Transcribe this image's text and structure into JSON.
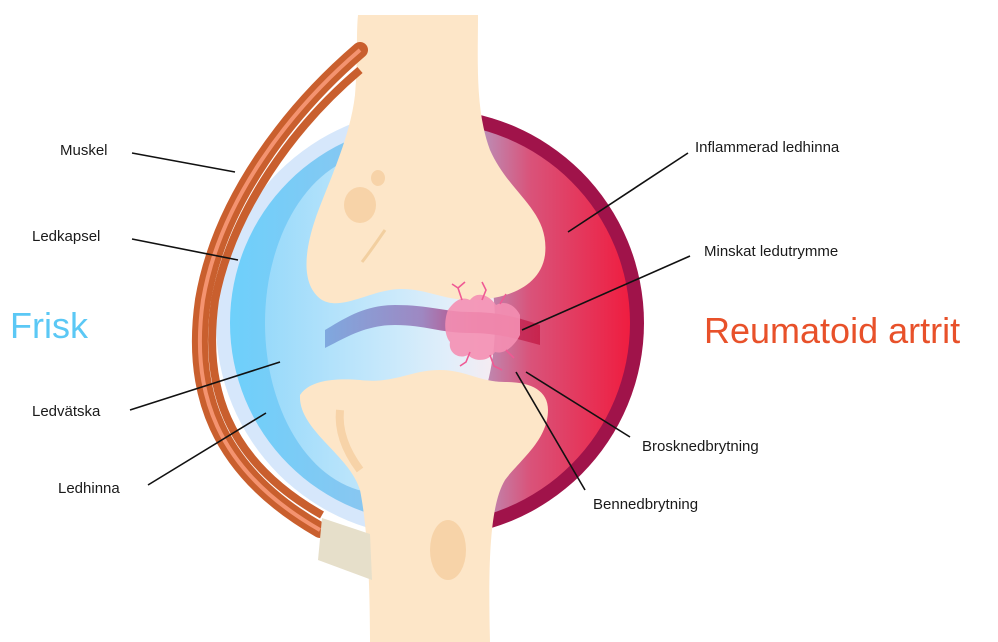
{
  "titles": {
    "left": "Frisk",
    "right": "Reumatoid artrit"
  },
  "labels": {
    "muskel": "Muskel",
    "ledkapsel": "Ledkapsel",
    "ledvatska": "Ledvätska",
    "ledhinna": "Ledhinna",
    "inflammerad": "Inflammerad ledhinna",
    "minskat": "Minskat ledutrymme",
    "brosk": "Brosknedbrytning",
    "ben": "Bennedbrytning"
  },
  "colors": {
    "healthy_title": "#5bc8f5",
    "ra_title": "#e8512a",
    "bone": "#fde6c8",
    "healthy_fluid": "#6ed0fb",
    "inflamed": "#e8143c",
    "capsule_ra": "#a0134a",
    "muscle": "#c95f2e"
  }
}
